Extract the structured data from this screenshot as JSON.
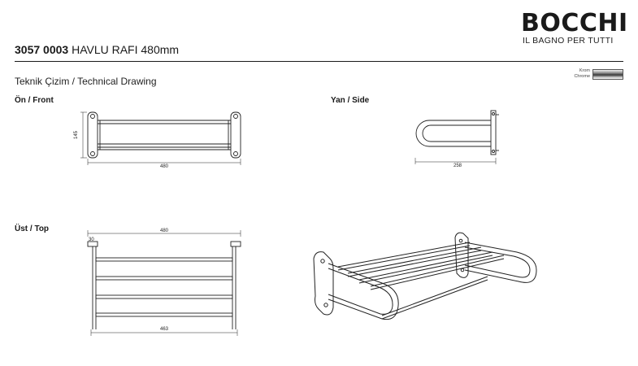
{
  "brand": {
    "name": "BOCCHI",
    "tagline": "IL BAGNO PER TUTTI"
  },
  "product": {
    "code": "3057 0003",
    "name": "HAVLU RAFI 480mm"
  },
  "drawing_title": "Teknik Çizim / Technical Drawing",
  "finish": {
    "label_tr": "Krom",
    "label_en": "Chrome"
  },
  "views": {
    "front": {
      "label": "Ön / Front",
      "dim_width": "480",
      "dim_height": "145"
    },
    "side": {
      "label": "Yan / Side",
      "dim_depth": "258"
    },
    "top": {
      "label": "Üst / Top",
      "dim_width": "480",
      "dim_inner": "463",
      "dim_flange": "30"
    }
  }
}
